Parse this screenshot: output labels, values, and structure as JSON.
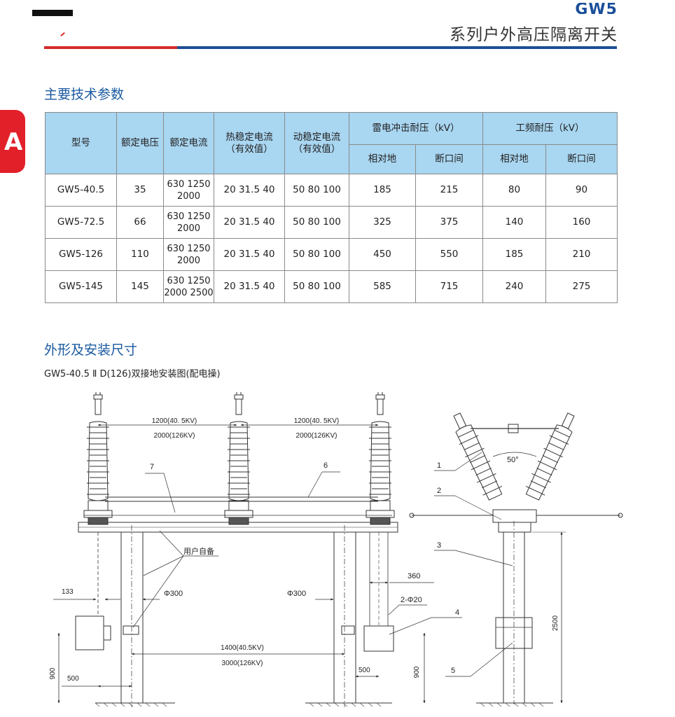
{
  "header": {
    "code": "GW5",
    "title": "系列户外高压隔离开关",
    "side_letter": "A"
  },
  "spec_section": {
    "title": "主要技术参数",
    "headers": {
      "model": "型号",
      "rated_voltage": "额定电压",
      "rated_current": "额定电流",
      "thermal_line1": "热稳定电流",
      "thermal_line2": "（有效值）",
      "dynamic_line1": "动稳定电流",
      "dynamic_line2": "（有效值）",
      "lightning": "雷电冲击耐压（kV）",
      "power_freq": "工频耐压（kV）",
      "to_ground": "相对地",
      "across_gap": "断口间"
    },
    "rows": [
      {
        "model": "GW5-40.5",
        "voltage": "35",
        "current_a": "630 1250",
        "current_b": "2000",
        "thermal": "20 31.5 40",
        "dynamic": "50 80 100",
        "li_ground": "185",
        "li_gap": "215",
        "pf_ground": "80",
        "pf_gap": "90"
      },
      {
        "model": "GW5-72.5",
        "voltage": "66",
        "current_a": "630 1250",
        "current_b": "2000",
        "thermal": "20 31.5 40",
        "dynamic": "50 80 100",
        "li_ground": "325",
        "li_gap": "375",
        "pf_ground": "140",
        "pf_gap": "160"
      },
      {
        "model": "GW5-126",
        "voltage": "110",
        "current_a": "630 1250",
        "current_b": "2000",
        "thermal": "20 31.5 40",
        "dynamic": "50 80 100",
        "li_ground": "450",
        "li_gap": "550",
        "pf_ground": "185",
        "pf_gap": "210"
      },
      {
        "model": "GW5-145",
        "voltage": "145",
        "current_a": "630 1250",
        "current_b": "2000 2500",
        "thermal": "20 31.5 40",
        "dynamic": "50 80 100",
        "li_ground": "585",
        "li_gap": "715",
        "pf_ground": "240",
        "pf_gap": "275"
      }
    ]
  },
  "drawing_section": {
    "title": "外形及安装尺寸",
    "caption": "GW5-40.5 Ⅱ D(126)双接地安装图(配电操)",
    "labels": {
      "span1_a": "1200(40. 5KV)",
      "span1_b": "2000(126KV)",
      "span2_a": "1200(40. 5KV)",
      "span2_b": "2000(126KV)",
      "n7": "7",
      "n6": "6",
      "user_supplied": "用户自备",
      "d133": "133",
      "phi300_left": "Φ300",
      "phi300_right": "Φ300",
      "d360": "360",
      "holes": "2-Φ20",
      "span_base_a": "1400(40.5KV)",
      "span_base_b": "3000(126KV)",
      "h900_left": "900",
      "d500_left": "500",
      "d500_right": "500",
      "h900_right": "900",
      "angle": "50°",
      "n1": "1",
      "n2": "2",
      "n3": "3",
      "n4": "4",
      "n5": "5",
      "h2500": "2500"
    }
  }
}
